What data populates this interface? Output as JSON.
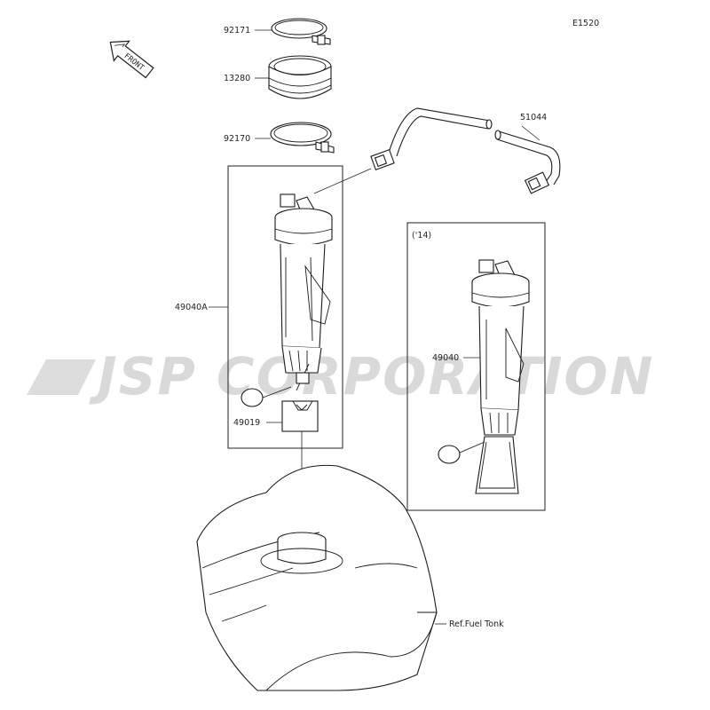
{
  "diagram_code": "E1520",
  "front_label": "FRONT",
  "watermark": "JSP CORPORATION",
  "variant_label": "('14)",
  "parts": [
    {
      "number": "92171",
      "name": "clamp-upper"
    },
    {
      "number": "13280",
      "name": "grommet"
    },
    {
      "number": "92170",
      "name": "clamp-lower"
    },
    {
      "number": "51044",
      "name": "fuel-hose"
    },
    {
      "number": "49040A",
      "name": "fuel-pump-assembly"
    },
    {
      "number": "49019",
      "name": "fuel-filter"
    },
    {
      "number": "49040",
      "name": "fuel-pump-assembly-14"
    }
  ],
  "reference_label": "Ref.Fuel Tonk"
}
